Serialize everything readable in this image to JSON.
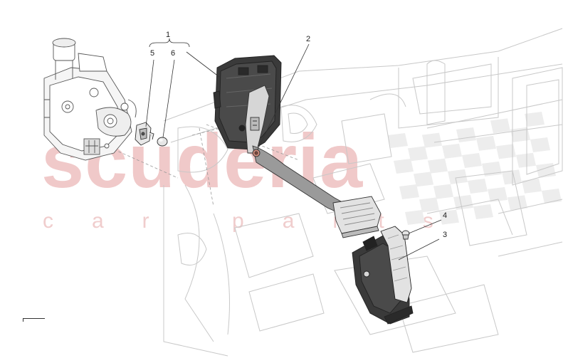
{
  "watermark": {
    "main": "scuderia",
    "sub": "car parts",
    "color": "#f0c9c9",
    "checker_color": "#ededed"
  },
  "callouts": [
    {
      "id": "1",
      "label": "1"
    },
    {
      "id": "2",
      "label": "2"
    },
    {
      "id": "3",
      "label": "3"
    },
    {
      "id": "4",
      "label": "4"
    },
    {
      "id": "5",
      "label": "5"
    },
    {
      "id": "6",
      "label": "6"
    }
  ],
  "colors": {
    "line": "#333333",
    "faint": "#c8c8c8",
    "dark_part": "#3a3a3a",
    "pedal": "#9a9a9a",
    "pad": "#e2e2e2",
    "bolt": "#d08a7a"
  },
  "parts": [
    {
      "id": "brake_master_cylinder",
      "name": "brake-master-cylinder"
    },
    {
      "id": "pedal_box",
      "name": "pedal-box-housing"
    },
    {
      "id": "brake_pedal",
      "name": "brake-pedal-arm"
    },
    {
      "id": "brake_pad",
      "name": "brake-pedal-pad"
    },
    {
      "id": "accelerator",
      "name": "accelerator-pedal-assembly"
    },
    {
      "id": "bracket",
      "name": "switch-bracket"
    },
    {
      "id": "cap",
      "name": "rubber-cap"
    },
    {
      "id": "screw",
      "name": "fixing-screw"
    }
  ]
}
